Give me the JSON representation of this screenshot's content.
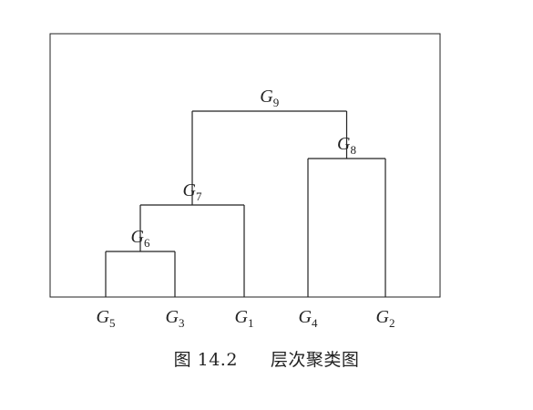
{
  "figure": {
    "number": "图 14.2",
    "title": "层次聚类图"
  },
  "leaves": [
    {
      "id": "G5",
      "base": "G",
      "sub": "5"
    },
    {
      "id": "G3",
      "base": "G",
      "sub": "3"
    },
    {
      "id": "G1",
      "base": "G",
      "sub": "1"
    },
    {
      "id": "G4",
      "base": "G",
      "sub": "4"
    },
    {
      "id": "G2",
      "base": "G",
      "sub": "2"
    }
  ],
  "merges": [
    {
      "id": "G6",
      "base": "G",
      "sub": "6",
      "children": [
        "G5",
        "G3"
      ],
      "level": 1
    },
    {
      "id": "G7",
      "base": "G",
      "sub": "7",
      "children": [
        "G6",
        "G1"
      ],
      "level": 2
    },
    {
      "id": "G8",
      "base": "G",
      "sub": "8",
      "children": [
        "G4",
        "G2"
      ],
      "level": 3
    },
    {
      "id": "G9",
      "base": "G",
      "sub": "9",
      "children": [
        "G7",
        "G8"
      ],
      "level": 4
    }
  ],
  "colors": {
    "line": "#222222",
    "frame": "#222222"
  }
}
